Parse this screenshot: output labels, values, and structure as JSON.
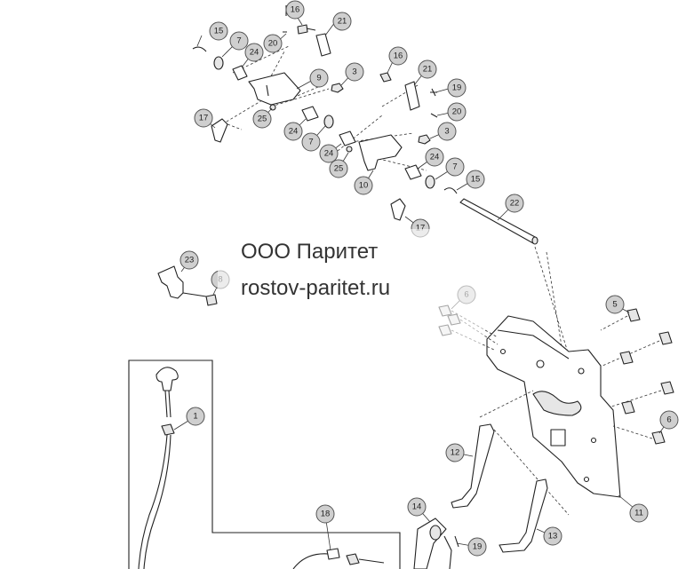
{
  "watermark": {
    "company": "ООО Паритет",
    "website": "rostov-paritet.ru"
  },
  "callouts": [
    "16",
    "21",
    "15",
    "7",
    "24",
    "20",
    "9",
    "3",
    "16",
    "21",
    "19",
    "25",
    "17",
    "20",
    "24",
    "7",
    "3",
    "24",
    "25",
    "10",
    "24",
    "7",
    "15",
    "17",
    "22",
    "23",
    "8",
    "6",
    "5",
    "6",
    "1",
    "12",
    "11",
    "18",
    "14",
    "13",
    "19"
  ]
}
